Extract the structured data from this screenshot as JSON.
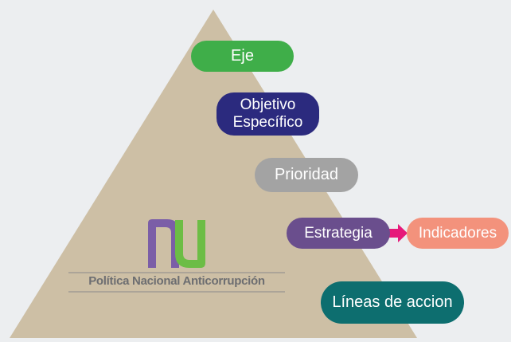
{
  "diagram": {
    "levels": [
      {
        "id": "eje",
        "label": "Eje",
        "color": "#3fae49"
      },
      {
        "id": "objetivo",
        "label_lines": [
          "Objetivo",
          "Específico"
        ],
        "color": "#2b2a7e"
      },
      {
        "id": "prioridad",
        "label": "Prioridad",
        "color": "#a3a3a3"
      },
      {
        "id": "estrategia",
        "label": "Estrategia",
        "color": "#6a4e8d"
      },
      {
        "id": "lineas",
        "label": "Líneas de accion",
        "color": "#0d6e6f"
      }
    ],
    "side_node": {
      "id": "indicadores",
      "label": "Indicadores",
      "color": "#f3927c"
    },
    "arrow_color": "#e6197a",
    "pyramid_color": "#cdbfa5"
  },
  "logo": {
    "text": "Política Nacional Anticorrupción",
    "colors": {
      "purple": "#7b5ea7",
      "green": "#6cbd45",
      "text": "#6d6e71"
    }
  }
}
